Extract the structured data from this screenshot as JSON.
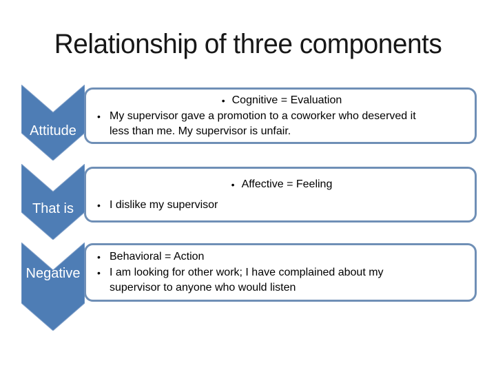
{
  "slide": {
    "title": "Relationship of three components",
    "bullet_char": "•",
    "colors": {
      "chevron_fill": "#4e7db5",
      "chevron_edge": "#84a2ca",
      "box_border": "#6f8fb6",
      "label_text": "#ffffff",
      "body_text": "#000000",
      "background": "#ffffff"
    },
    "sections": [
      {
        "label": "Attitude",
        "bullets": [
          {
            "text": "Cognitive = Evaluation"
          },
          {
            "text": "My supervisor gave a promotion to a coworker who deserved it less than me. My supervisor is unfair."
          }
        ]
      },
      {
        "label": "That is",
        "bullets": [
          {
            "text": "Affective = Feeling"
          },
          {
            "text": "I dislike my supervisor"
          }
        ]
      },
      {
        "label": "Negative",
        "bullets": [
          {
            "text": "Behavioral = Action"
          },
          {
            "text": "I am looking for other work; I have complained about my supervisor to anyone who would listen"
          }
        ]
      }
    ]
  }
}
